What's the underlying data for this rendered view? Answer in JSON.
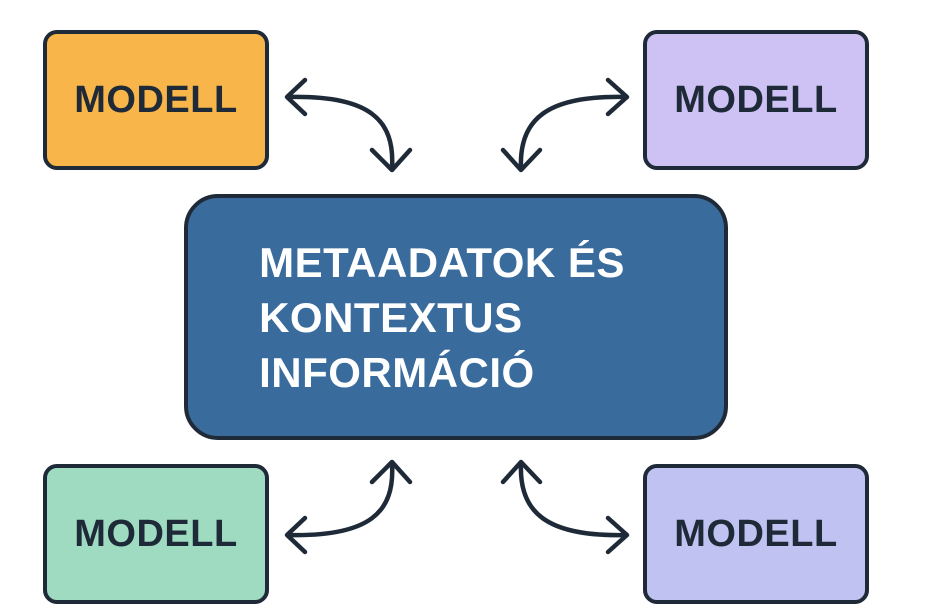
{
  "center": {
    "lines": [
      "METAADATOK ÉS",
      "KONTEXTUS",
      "INFORMÁCIÓ"
    ],
    "color": "#396c9d"
  },
  "models": [
    {
      "label": "MODELL",
      "color": "#f8b64a"
    },
    {
      "label": "MODELL",
      "color": "#cdc2f3"
    },
    {
      "label": "MODELL",
      "color": "#9fdbc1"
    },
    {
      "label": "MODELL",
      "color": "#c0c2f1"
    }
  ],
  "colors": {
    "outline": "#1f2a38",
    "background": "#ffffff"
  }
}
